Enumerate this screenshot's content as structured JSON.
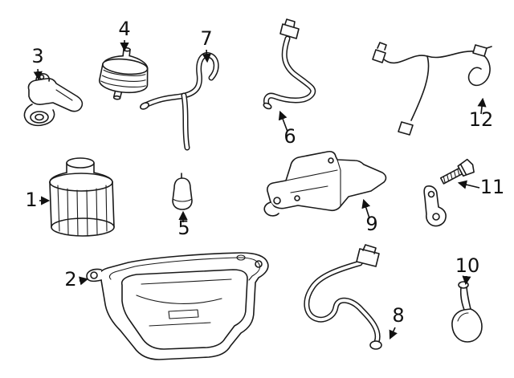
{
  "page": {
    "background": "#ffffff",
    "line_color": "#1a1a1a"
  },
  "callouts": [
    {
      "label": "1"
    },
    {
      "label": "2"
    },
    {
      "label": "3"
    },
    {
      "label": "4"
    },
    {
      "label": "5"
    },
    {
      "label": "6"
    },
    {
      "label": "7"
    },
    {
      "label": "8"
    },
    {
      "label": "9"
    },
    {
      "label": "10"
    },
    {
      "label": "11"
    },
    {
      "label": "12"
    }
  ]
}
